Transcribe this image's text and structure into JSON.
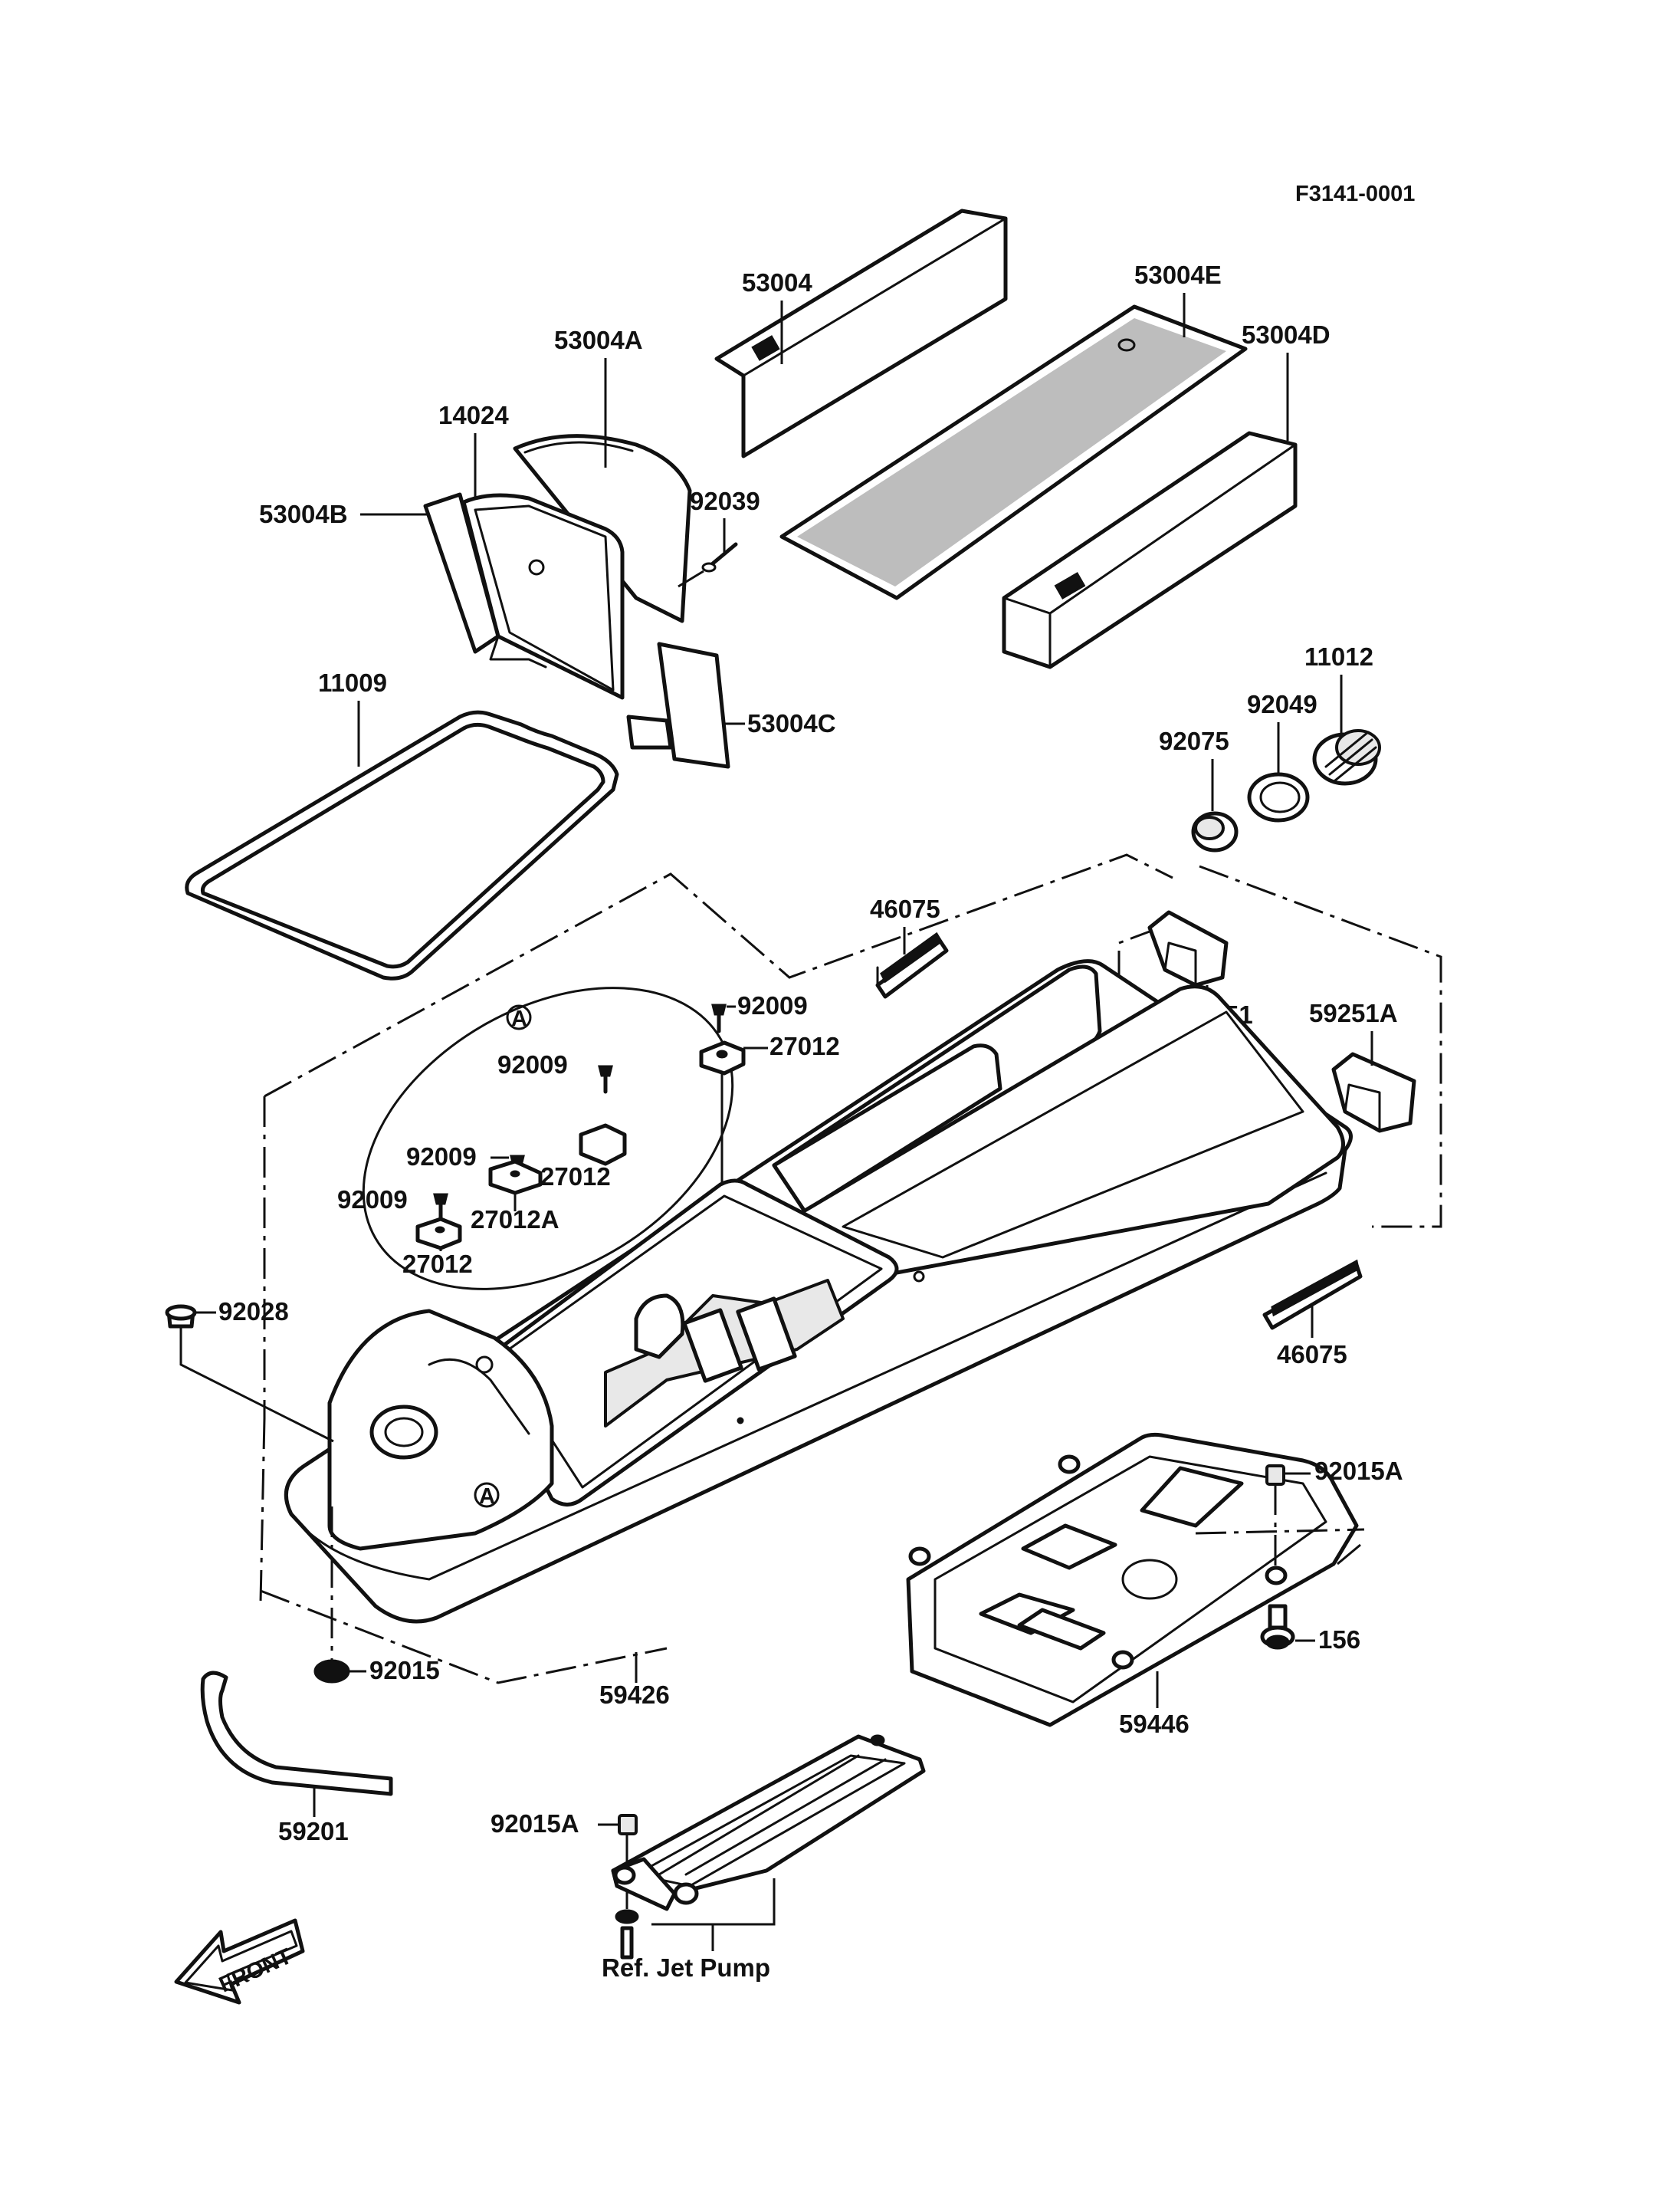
{
  "figure_id": "F3141-0001",
  "callouts": {
    "c53004": "53004",
    "c53004E": "53004E",
    "c53004A": "53004A",
    "c53004D": "53004D",
    "c14024": "14024",
    "c53004B": "53004B",
    "c92039": "92039",
    "c53004C": "53004C",
    "c11009": "11009",
    "c11012": "11012",
    "c92049": "92049",
    "c92075": "92075",
    "c46075_top": "46075",
    "c59251": "59251",
    "c59251A": "59251A",
    "c92009_top": "92009",
    "c27012_top": "27012",
    "c92009_a1": "92009",
    "c92009_a2": "92009",
    "c92009_a3": "92009",
    "c27012_a1": "27012",
    "c27012A": "27012A",
    "c27012_a2": "27012",
    "c92028": "92028",
    "c46075_right": "46075",
    "c92015A_right": "92015A",
    "c156": "156",
    "c59446": "59446",
    "c92015": "92015",
    "c59426": "59426",
    "c59201": "59201",
    "c92015A_bottom": "92015A",
    "ref_jet_pump": "Ref. Jet Pump"
  },
  "detail_marker": "A",
  "front_arrow_label": "FRONT"
}
